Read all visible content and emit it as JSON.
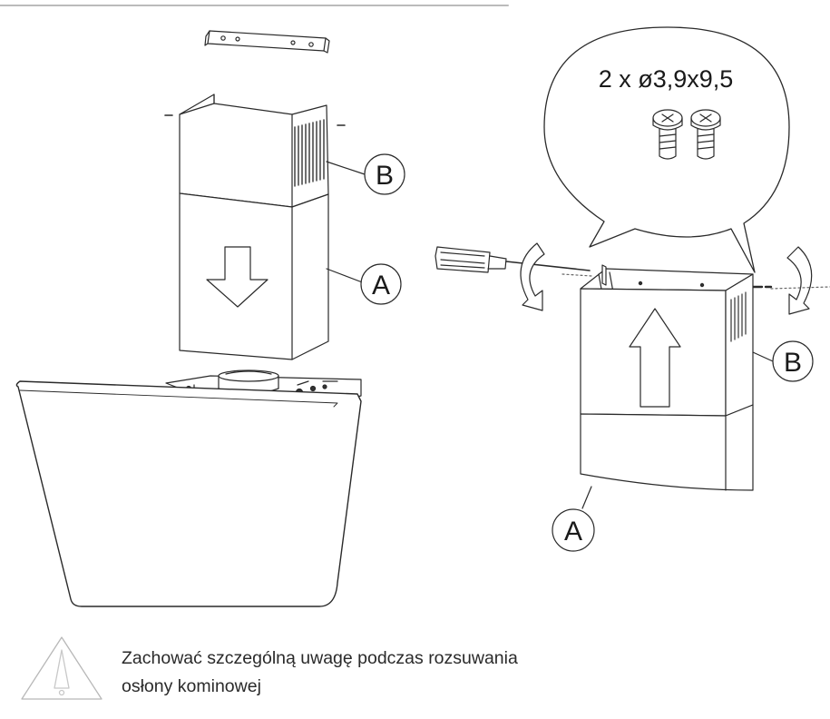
{
  "labels": {
    "left_b": "B",
    "left_a": "A",
    "right_b": "B",
    "right_a": "A"
  },
  "screw_spec": "2 x ø3,9x9,5",
  "warning": {
    "line1": "Zachować szczególną uwagę podczas rozsuwania",
    "line2": "osłony kominowej"
  }
}
